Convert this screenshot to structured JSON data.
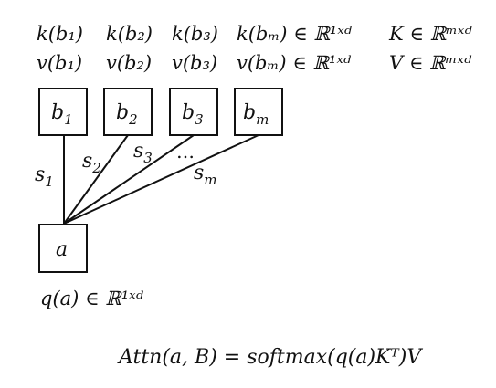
{
  "header": {
    "k_row": [
      "k(b₁)",
      "k(b₂)",
      "k(b₃)",
      "k(bₘ) ∈ ℝ¹ˣᵈ",
      "K ∈ ℝᵐˣᵈ"
    ],
    "v_row": [
      "v(b₁)",
      "v(b₂)",
      "v(b₃)",
      "v(bₘ) ∈ ℝ¹ˣᵈ",
      "V ∈ ℝᵐˣᵈ"
    ]
  },
  "nodes": {
    "b": [
      {
        "base": "b",
        "sub": "1"
      },
      {
        "base": "b",
        "sub": "2"
      },
      {
        "base": "b",
        "sub": "3"
      },
      {
        "base": "b",
        "sub": "m"
      }
    ],
    "ellipsis": "…",
    "a": "a"
  },
  "edges": [
    {
      "base": "s",
      "sub": "1"
    },
    {
      "base": "s",
      "sub": "2"
    },
    {
      "base": "s",
      "sub": "3"
    },
    {
      "base": "s",
      "sub": "m"
    }
  ],
  "query_label": "q(a) ∈ ℝ¹ˣᵈ",
  "formula": "Attn(a, B) = softmax(q(a)Kᵀ)V"
}
